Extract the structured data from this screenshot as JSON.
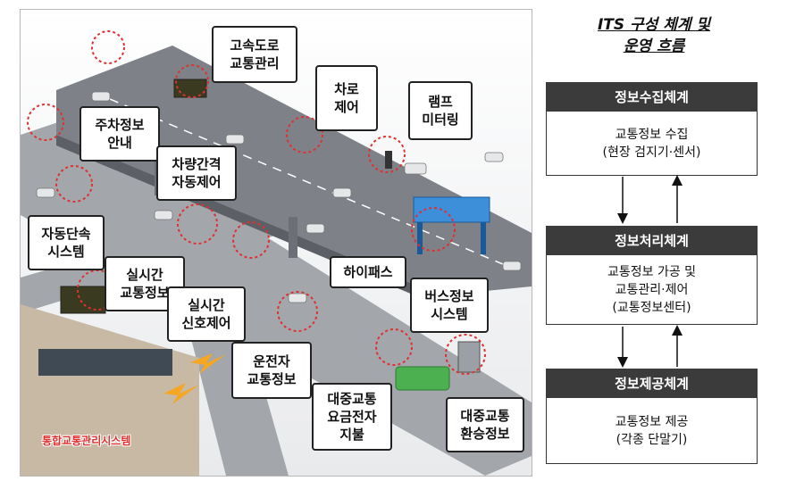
{
  "illustration": {
    "callouts": [
      {
        "id": "expressway",
        "lines": [
          "고속도로",
          "교통관리"
        ]
      },
      {
        "id": "lane-control",
        "lines": [
          "차로",
          "제어"
        ]
      },
      {
        "id": "ramp-metering",
        "lines": [
          "램프",
          "미터링"
        ]
      },
      {
        "id": "parking-info",
        "lines": [
          "주차정보",
          "안내"
        ]
      },
      {
        "id": "headway-control",
        "lines": [
          "차량간격",
          "자동제어"
        ]
      },
      {
        "id": "auto-enforcement",
        "lines": [
          "자동단속",
          "시스템"
        ]
      },
      {
        "id": "realtime-traffic",
        "lines": [
          "실시간",
          "교통정보"
        ]
      },
      {
        "id": "signal-control",
        "lines": [
          "실시간",
          "신호제어"
        ]
      },
      {
        "id": "hipass",
        "lines": [
          "하이패스"
        ]
      },
      {
        "id": "bus-info",
        "lines": [
          "버스정보",
          "시스템"
        ]
      },
      {
        "id": "driver-info",
        "lines": [
          "운전자",
          "교통정보"
        ]
      },
      {
        "id": "transit-fare",
        "lines": [
          "대중교통",
          "요금전자",
          "지불"
        ]
      },
      {
        "id": "transit-transfer",
        "lines": [
          "대중교통",
          "환승정보"
        ]
      }
    ],
    "control_center_label": "통합교통관리시스템"
  },
  "flow": {
    "title_lines": [
      "ITS 구성 체계 및",
      "운영 흐름"
    ],
    "stages": [
      {
        "header": "정보수집체계",
        "body": [
          "교통정보 수집",
          "(현장 검지기·센서)"
        ]
      },
      {
        "header": "정보처리체계",
        "body": [
          "교통정보 가공 및",
          "교통관리·제어",
          "(교통정보센터)"
        ]
      },
      {
        "header": "정보제공체계",
        "body": [
          "교통정보 제공",
          "(각종 단말기)"
        ]
      }
    ]
  },
  "colors": {
    "header_bg": "#3b3b3b",
    "callout_marker": "#e03030",
    "road": "#8f9398",
    "bus": "#4caf50"
  }
}
